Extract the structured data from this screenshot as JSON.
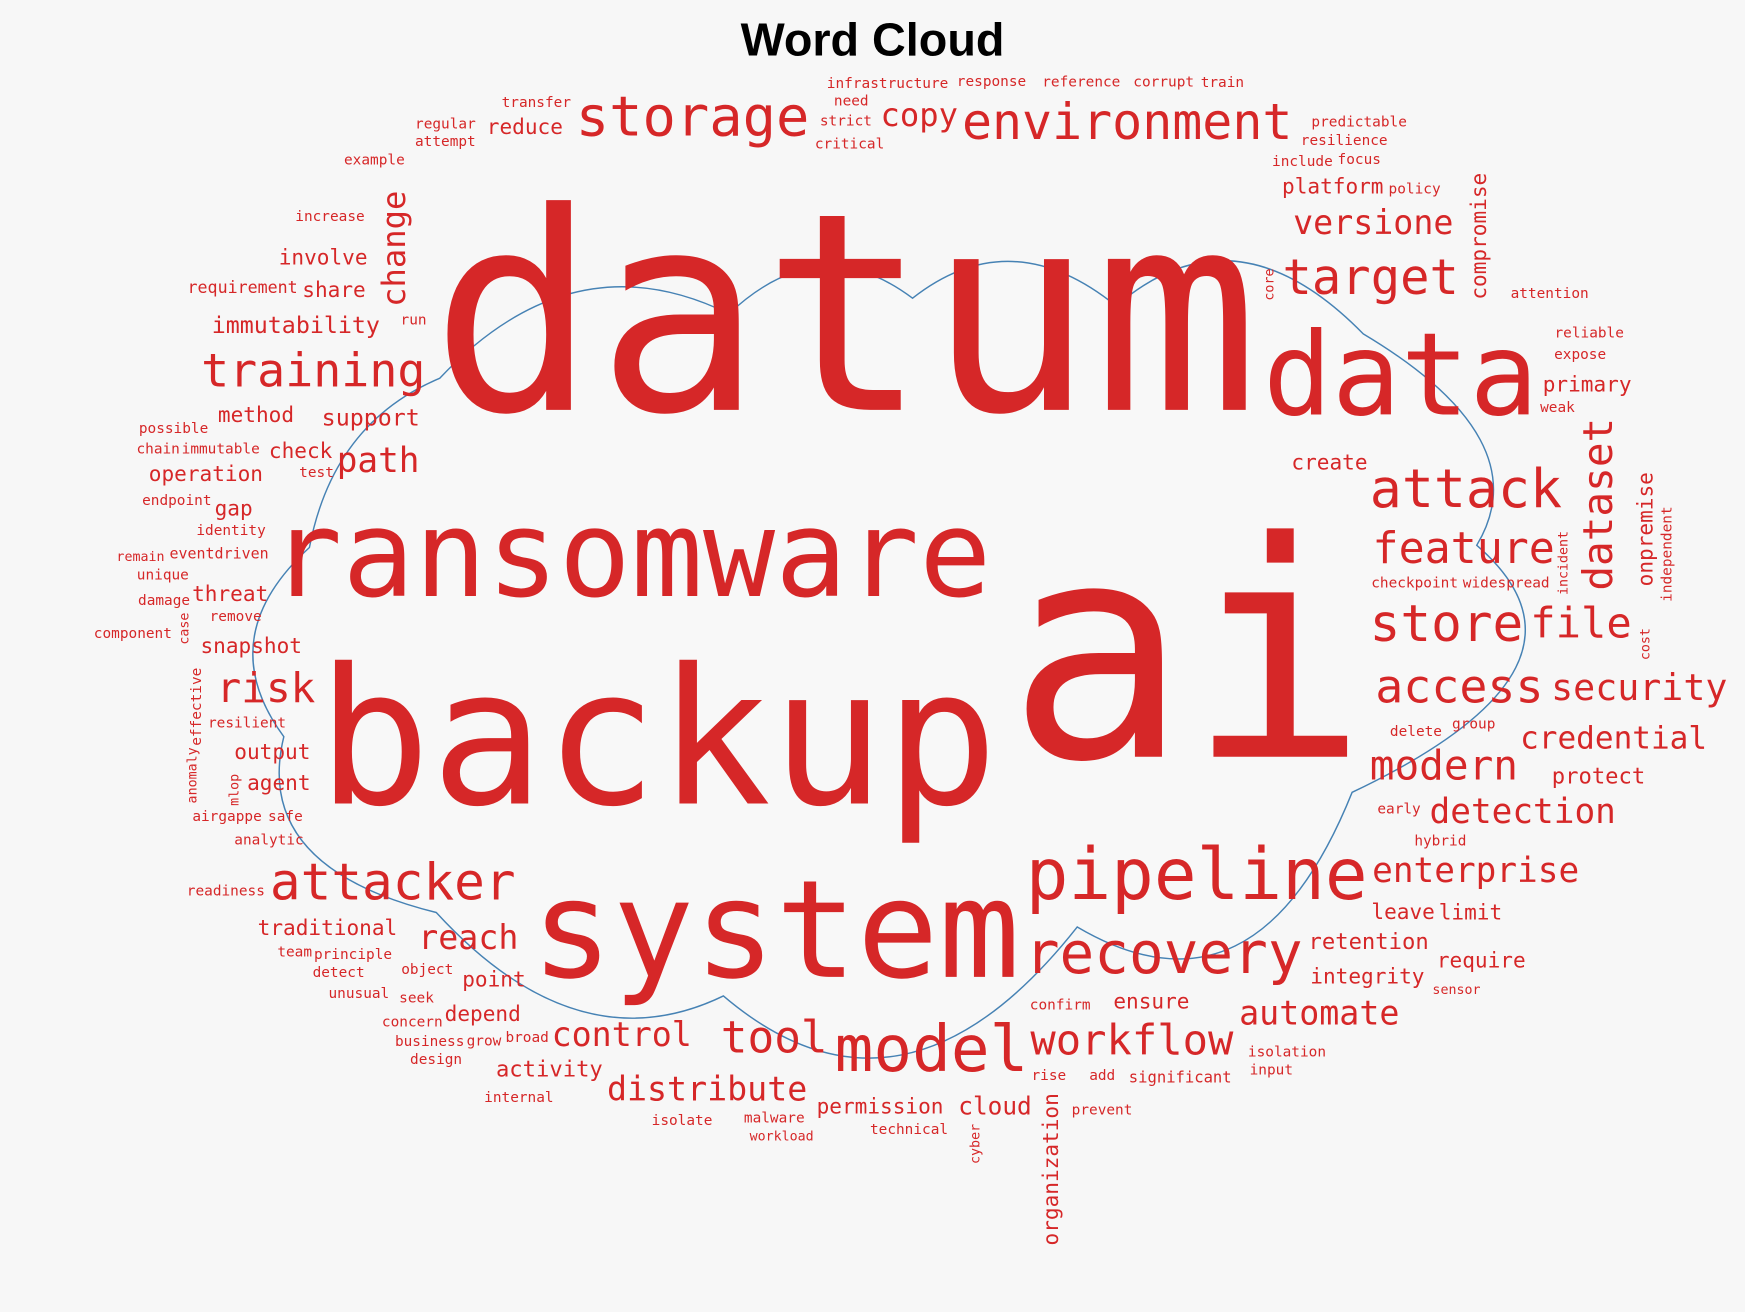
{
  "title": "Word Cloud",
  "colors": {
    "background": "#f7f7f7",
    "word": "#d62728",
    "outline": "#4682b4"
  },
  "words": [
    "datum",
    "ai",
    "backup",
    "ransomware",
    "system",
    "data",
    "pipeline",
    "recovery",
    "model",
    "storage",
    "environment",
    "training",
    "target",
    "attack",
    "feature",
    "file",
    "security",
    "store",
    "detection",
    "access",
    "credential",
    "protect",
    "modern",
    "enterprise",
    "retention",
    "leave",
    "integrity",
    "automate",
    "significant",
    "tool",
    "attacker",
    "control",
    "workflow",
    "risk",
    "path",
    "distribute",
    "reach",
    "traditional",
    "cloud",
    "ensure",
    "permission",
    "technical",
    "activity",
    "point",
    "output",
    "snapshot",
    "agent",
    "threat",
    "resilient",
    "effective",
    "remove",
    "identity",
    "remain",
    "eventdriven",
    "check",
    "immutable",
    "possible",
    "endpoint",
    "method",
    "requirement",
    "support",
    "increase",
    "share",
    "involve",
    "immutability",
    "strict",
    "infrastructure",
    "need",
    "critical",
    "corrupt",
    "test",
    "transfer",
    "reduce",
    "copy",
    "core",
    "response",
    "include",
    "platform",
    "resilience",
    "focus",
    "reference",
    "predictable",
    "versione",
    "attention",
    "expose",
    "primary",
    "reliable",
    "create",
    "widespread",
    "checkpoint",
    "policy",
    "delete",
    "group",
    "train",
    "attempt",
    "regular",
    "change",
    "compromise",
    "incident",
    "cost",
    "dataset",
    "onpremise",
    "independent",
    "limit",
    "hybrid",
    "early",
    "confirm",
    "weak",
    "require",
    "add",
    "isolation",
    "safe",
    "object",
    "broad",
    "principle",
    "seek",
    "grow",
    "organization",
    "anomaly",
    "analytic",
    "mlop",
    "airgappe",
    "detect",
    "concern",
    "depend",
    "workload",
    "unusual",
    "internal",
    "malware",
    "readiness",
    "team",
    "business",
    "design",
    "isolate",
    "cyber",
    "rise",
    "prevent",
    "input",
    "sensor",
    "run",
    "example",
    "chain",
    "operation",
    "unique",
    "gap",
    "damage",
    "case",
    "component"
  ]
}
